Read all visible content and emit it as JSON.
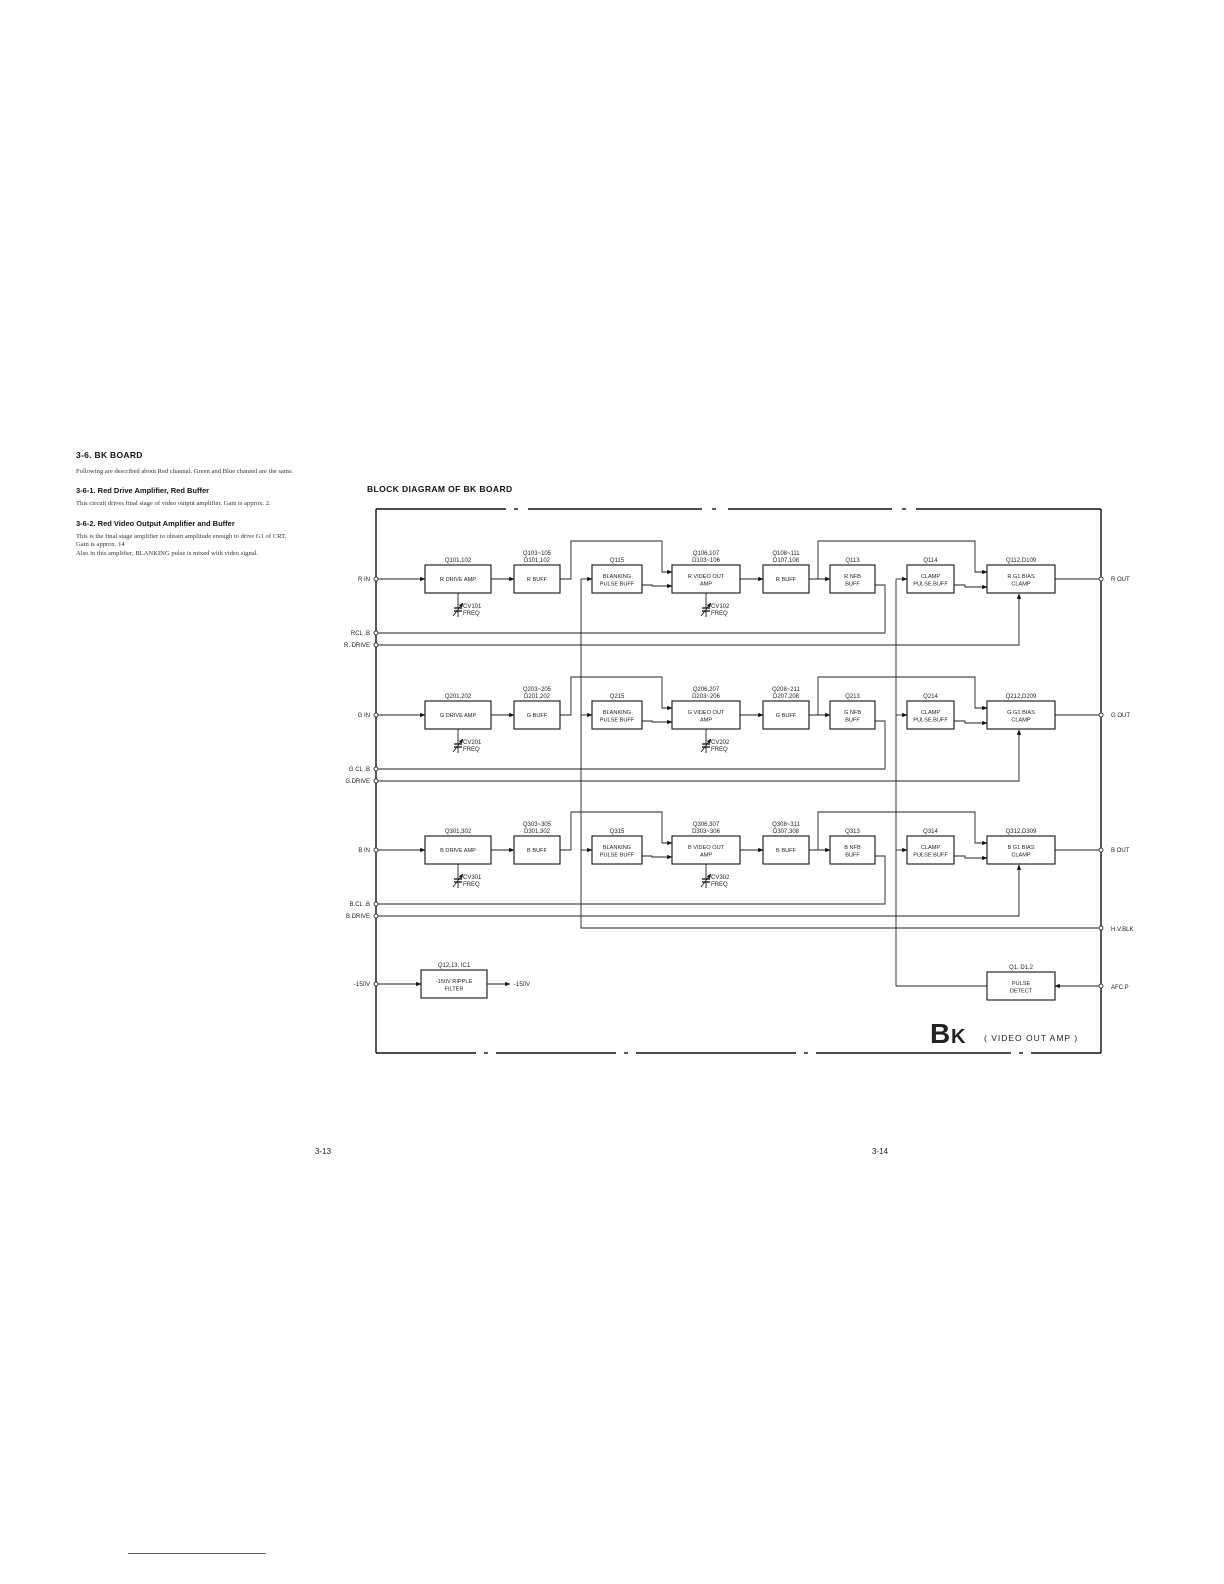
{
  "left_column": {
    "section_title": "3-6.  BK BOARD",
    "intro": "Following are described about Red channal. Green and Blue channel are the same.",
    "sub1_title": "3-6-1.  Red Drive Amplifier, Red Buffer",
    "sub1_body": "This circuit drives final stage of video output amplifier. Gain is approx. 2.",
    "sub2_title": "3-6-2.  Red Video Output Amplifier and Buffer",
    "sub2_body_1": "This is the final stage amplifier to obtain amplitude enough to drive G1 of CRT.",
    "sub2_body_2": "Gain is approx. 14",
    "sub2_body_3": "Also in this amplifier, BLANKING pulse is mixed with video signal."
  },
  "diagram": {
    "title": "BLOCK DIAGRAM OF BK BOARD",
    "ports_left": {
      "r_in": "R IN",
      "rcl_b": "RCL .B",
      "r_drive": "R. DRIVE",
      "g_in": "G IN",
      "gcl_b": "G CL .B",
      "g_drive": "G.DRIVE",
      "b_in": "B IN",
      "bcl_b": "B.CL .B",
      "b_drive": "B.DRIVE",
      "v150": "-150V"
    },
    "ports_right": {
      "r_out": "R OUT",
      "g_out": "G OUT",
      "b_out": "B OUT",
      "hv_blk": "H.V.BLK",
      "afc_p": "AFC.P"
    },
    "red": {
      "drive_amp": {
        "ref": "Q101,102",
        "l1": "R DRIVE AMP"
      },
      "buff": {
        "ref1": "Q103~105",
        "ref2": "D101,102",
        "l1": "R BUFF"
      },
      "blanking": {
        "ref": "Q115",
        "l1": "BLANKING",
        "l2": "PULSE BUFF"
      },
      "video_out": {
        "ref1": "Q106,107",
        "ref2": "D103~106",
        "l1": "R VIDEO OUT",
        "l2": "AMP"
      },
      "buff2": {
        "ref1": "Q108~111",
        "ref2": "D107,108",
        "l1": "R BUFF"
      },
      "nfb": {
        "ref": "Q113",
        "l1": "R NFB",
        "l2": "BUFF"
      },
      "clamp": {
        "ref": "Q114",
        "l1": "CLAMP",
        "l2": "PULSE BUFF"
      },
      "bias": {
        "ref": "Q112,D109",
        "l1": "R G1 BIAS",
        "l2": "CLAMP"
      },
      "cv1": {
        "name": "CV101",
        "label": "FREQ"
      },
      "cv2": {
        "name": "CV102",
        "label": "FREQ"
      }
    },
    "green": {
      "drive_amp": {
        "ref": "Q201,202",
        "l1": "G DRIVE AMP"
      },
      "buff": {
        "ref1": "Q203~205",
        "ref2": "D201,202",
        "l1": "G BUFF"
      },
      "blanking": {
        "ref": "Q215",
        "l1": "BLANKING",
        "l2": "PULSE BUFF"
      },
      "video_out": {
        "ref1": "Q206,207",
        "ref2": "D203~206",
        "l1": "G VIDEO OUT",
        "l2": "AMP"
      },
      "buff2": {
        "ref1": "Q208~211",
        "ref2": "D207,208",
        "l1": "G BUFF"
      },
      "nfb": {
        "ref": "Q213",
        "l1": "G NFB",
        "l2": "BUFF"
      },
      "clamp": {
        "ref": "Q214",
        "l1": "CLAMP",
        "l2": "PULSE BUFF"
      },
      "bias": {
        "ref": "Q212,D209",
        "l1": "G G1 BIAS",
        "l2": "CLAMP"
      },
      "cv1": {
        "name": "CV201",
        "label": "FREQ"
      },
      "cv2": {
        "name": "CV202",
        "label": "FREQ"
      }
    },
    "blue": {
      "drive_amp": {
        "ref": "Q301,302",
        "l1": "B DRIVE AMP"
      },
      "buff": {
        "ref1": "Q303~305",
        "ref2": "D301,302",
        "l1": "B BUFF"
      },
      "blanking": {
        "ref": "Q315",
        "l1": "BLANKING",
        "l2": "PULSE BUFF"
      },
      "video_out": {
        "ref1": "Q306,307",
        "ref2": "D303~306",
        "l1": "B VIDEO OUT",
        "l2": "AMP"
      },
      "buff2": {
        "ref1": "Q308~311",
        "ref2": "D307,308",
        "l1": "B BUFF"
      },
      "nfb": {
        "ref": "Q313",
        "l1": "B NFB",
        "l2": "BUFF"
      },
      "clamp": {
        "ref": "Q314",
        "l1": "CLAMP",
        "l2": "PULSE BUFF"
      },
      "bias": {
        "ref": "Q312,D309",
        "l1": "B G1 BIAS",
        "l2": "CLAMP"
      },
      "cv1": {
        "name": "CV301",
        "label": "FREQ"
      },
      "cv2": {
        "name": "CV302",
        "label": "FREQ"
      }
    },
    "ripple": {
      "ref": "Q12,13, IC1",
      "l1": "-150V RIPPLE",
      "l2": "FILTER",
      "out": "-150V"
    },
    "pulse_detect": {
      "ref": "Q1, D1,2",
      "l1": "PULSE",
      "l2": "DETECT"
    },
    "board_big": "B",
    "board_k": "K",
    "board_subtitle": "( VIDEO  OUT  AMP )"
  },
  "page_left": "3-13",
  "page_right": "3-14"
}
